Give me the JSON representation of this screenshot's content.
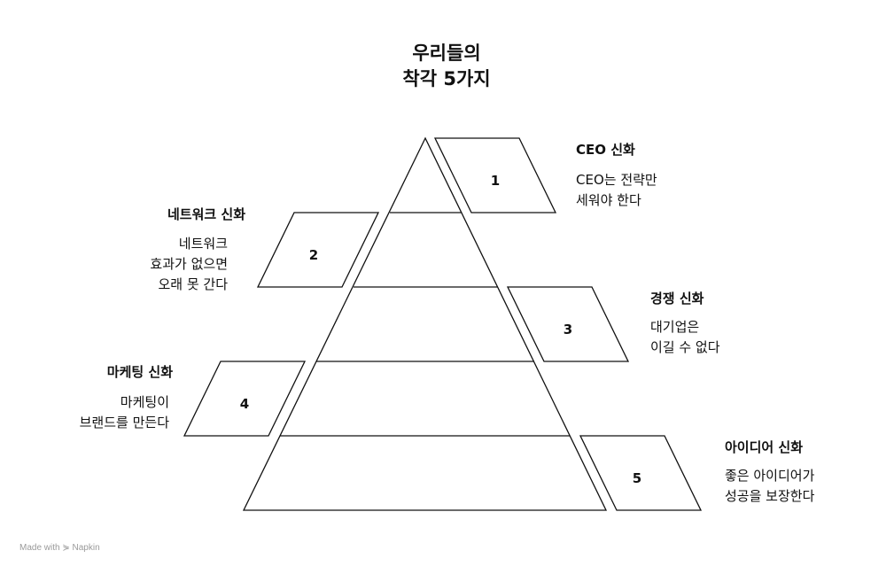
{
  "title": {
    "line1": "우리들의",
    "line2": "착각 5가지"
  },
  "layers": [
    {
      "number": "1",
      "label": "CEO 신화",
      "desc": [
        "CEO는 전략만",
        "세워야 한다"
      ]
    },
    {
      "number": "2",
      "label": "네트워크 신화",
      "desc": [
        "네트워크",
        "효과가 없으면",
        "오래 못 간다"
      ]
    },
    {
      "number": "3",
      "label": "경쟁 신화",
      "desc": [
        "대기업은",
        "이길 수 없다"
      ]
    },
    {
      "number": "4",
      "label": "마케팅 신화",
      "desc": [
        "마케팅이",
        "브랜드를 만든다"
      ]
    },
    {
      "number": "5",
      "label": "아이디어 신화",
      "desc": [
        "좋은 아이디어가",
        "성공을 보장한다"
      ]
    }
  ],
  "footer": "Made with ⋟ Napkin"
}
